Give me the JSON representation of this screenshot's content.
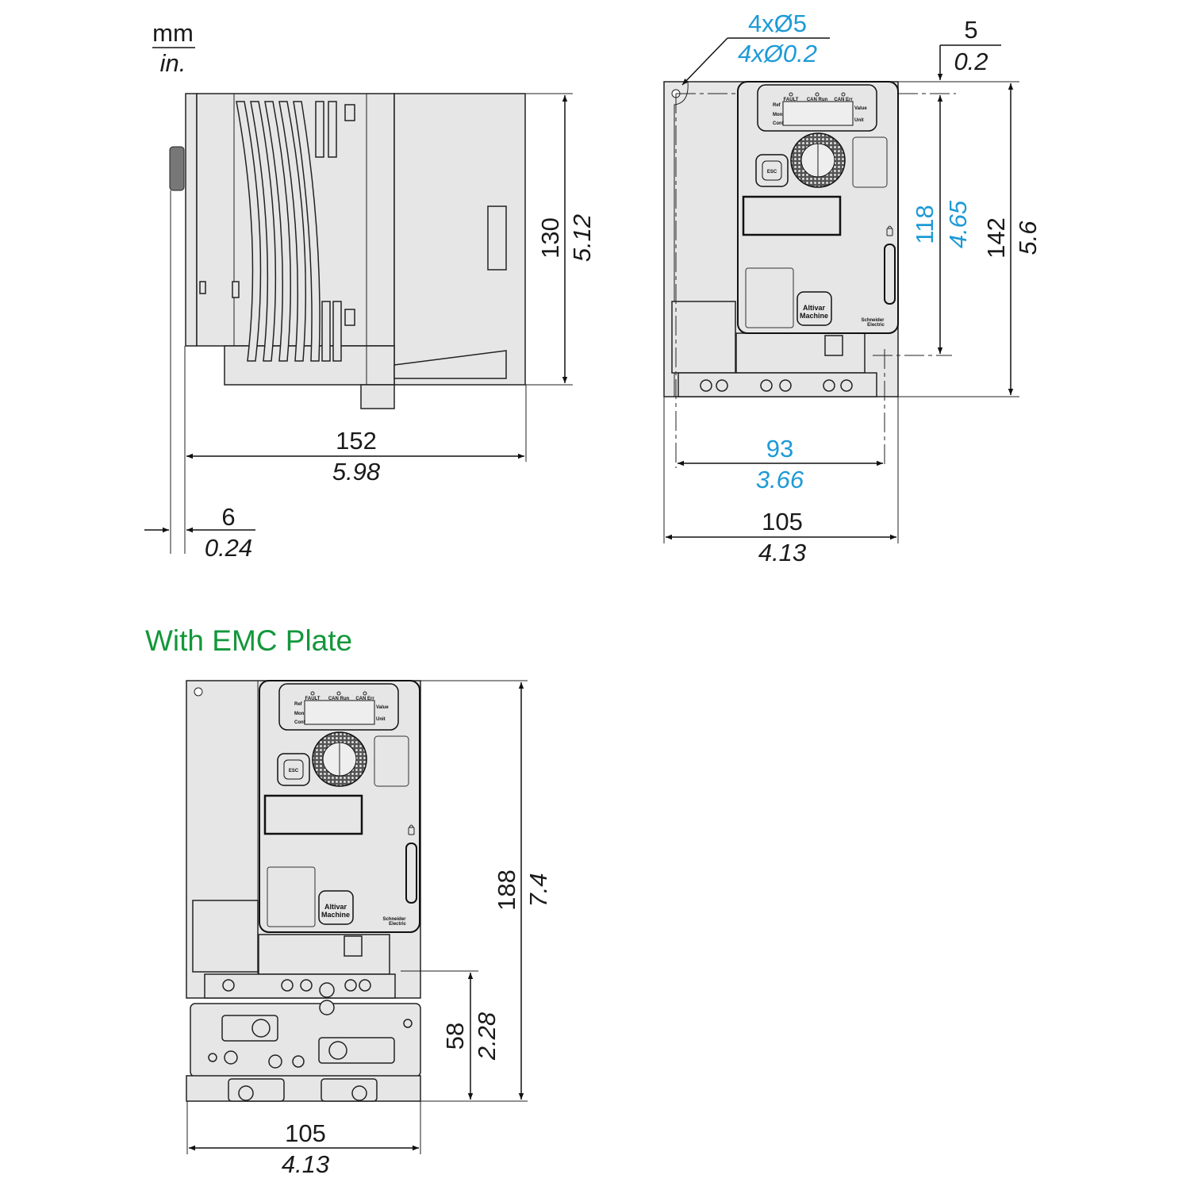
{
  "units": {
    "metric": "mm",
    "imperial": "in."
  },
  "side_view": {
    "height": {
      "mm": "130",
      "in": "5.12"
    },
    "depth": {
      "mm": "152",
      "in": "5.98"
    },
    "knob_offset": {
      "mm": "6",
      "in": "0.24"
    }
  },
  "front_view": {
    "holes": {
      "mm": "4xØ5",
      "in": "4xØ0.2"
    },
    "hole_offset": {
      "mm": "5",
      "in": "0.2"
    },
    "hole_spacing_v": {
      "mm": "118",
      "in": "4.65"
    },
    "height": {
      "mm": "142",
      "in": "5.6"
    },
    "hole_spacing_h": {
      "mm": "93",
      "in": "3.66"
    },
    "width": {
      "mm": "105",
      "in": "4.13"
    }
  },
  "emc_view": {
    "title": "With EMC Plate",
    "height": {
      "mm": "188",
      "in": "7.4"
    },
    "plate_height": {
      "mm": "58",
      "in": "2.28"
    },
    "width": {
      "mm": "105",
      "in": "4.13"
    }
  },
  "panel": {
    "leds": [
      "FAULT",
      "CAN Run",
      "CAN Err"
    ],
    "modes": [
      "Ref",
      "Mon",
      "Conf"
    ],
    "value": "Value",
    "unit": "Unit",
    "esc": "ESC",
    "brand_line1": "Altivar",
    "brand_line2": "Machine",
    "maker_line1": "Schneider",
    "maker_line2": "Electric"
  },
  "colors": {
    "metric_accent": "#1e9ad6",
    "title": "#13973b",
    "body": "#e6e6e6"
  }
}
